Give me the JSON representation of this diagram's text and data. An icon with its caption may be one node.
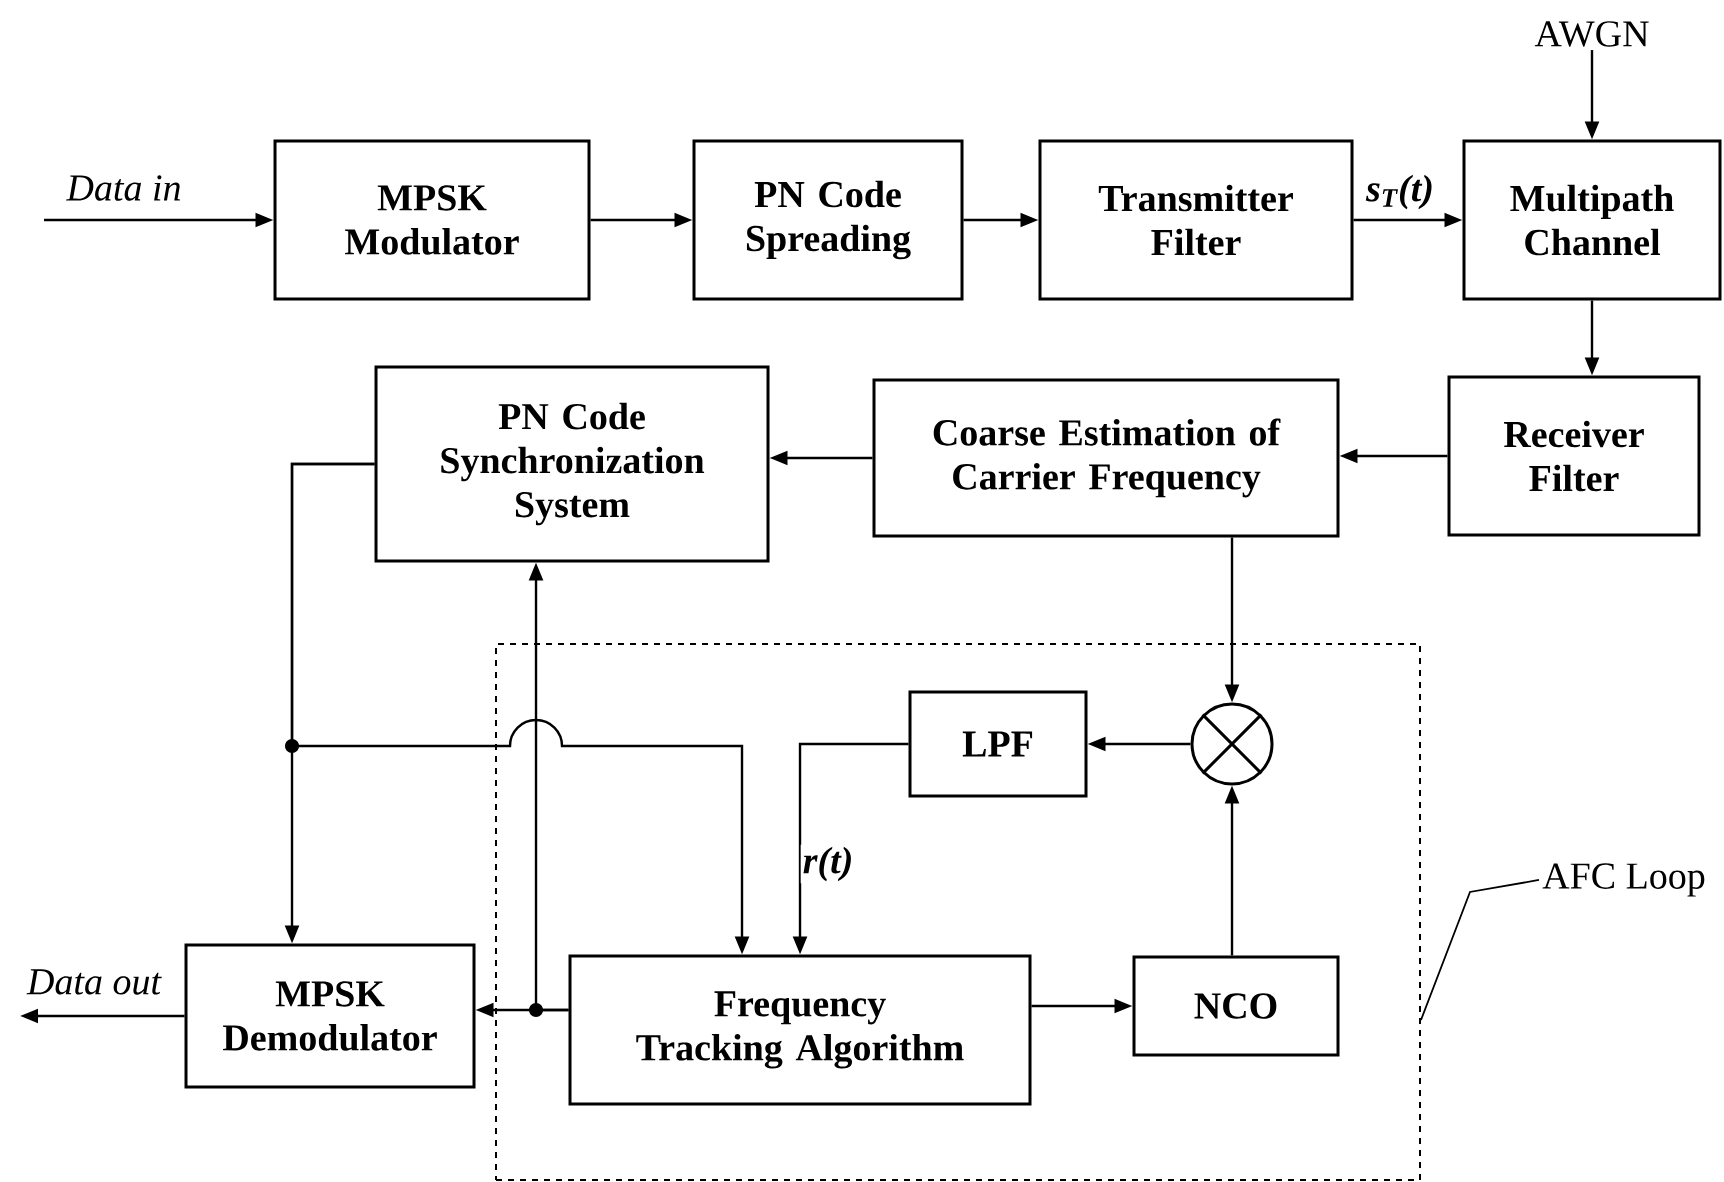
{
  "diagram": {
    "nodes": [
      {
        "text": [
          "MPSK Modulator"
        ]
      },
      {
        "text": [
          "PN Code Spreading"
        ]
      },
      {
        "text": [
          "Transmitter Filter"
        ]
      },
      {
        "text": [
          "AWGN"
        ]
      },
      {
        "text": [
          "Multipath Channel"
        ]
      },
      {
        "text": [
          "Receiver Filter"
        ]
      },
      {
        "text": [
          "Coarse Estimation of Carrier Frequency"
        ]
      },
      {
        "text": [
          "PN Code Synchronization System"
        ]
      },
      {
        "text": [],
        "shape": "box"
      },
      {
        "text": [
          "LPF"
        ],
        "in": 8
      },
      {
        "text": [],
        "shape": "circle",
        "in": 8
      },
      {
        "text": [
          "Frequency Tracking Algorithm"
        ],
        "in": 8
      },
      {
        "text": [
          "NCO"
        ],
        "in": 8
      },
      {
        "text": [
          "MPSK Demodulator"
        ]
      },
      {
        "text": [
          "AFC Loop"
        ]
      }
    ],
    "edges": [
      {
        "from": null,
        "to": 0,
        "arrow": "to",
        "label": "Data in"
      },
      {
        "from": 0,
        "to": 1,
        "arrow": "to"
      },
      {
        "from": 1,
        "to": 2,
        "arrow": "to"
      },
      {
        "from": 2,
        "to": 4,
        "arrow": "to",
        "label": "s$_{T}$(t)"
      },
      {
        "from": 3,
        "to": 4,
        "arrow": "to"
      },
      {
        "from": 4,
        "to": 5,
        "arrow": "to"
      },
      {
        "from": 5,
        "to": 6,
        "arrow": "to"
      },
      {
        "from": 6,
        "to": 7,
        "arrow": "to"
      },
      {
        "from": 6,
        "to": 10,
        "arrow": "to"
      },
      {
        "from": 10,
        "to": 9,
        "arrow": "to"
      },
      {
        "from": 9,
        "to": 11,
        "arrow": "to",
        "label": "r(t)"
      },
      {
        "from": 7,
        "to": 11,
        "arrow": "to"
      },
      {
        "from": 7,
        "to": 13,
        "arrow": "to"
      },
      {
        "from": 11,
        "to": 13,
        "arrow": "to"
      },
      {
        "from": 11,
        "to": 7,
        "arrow": "to"
      },
      {
        "from": 11,
        "to": 12,
        "arrow": "to"
      },
      {
        "from": 12,
        "to": 10,
        "arrow": "to"
      },
      {
        "from": 13,
        "to": null,
        "arrow": "to",
        "label": "Data out"
      },
      {
        "from": 14,
        "to": 8,
        "arrow": "none"
      }
    ]
  }
}
